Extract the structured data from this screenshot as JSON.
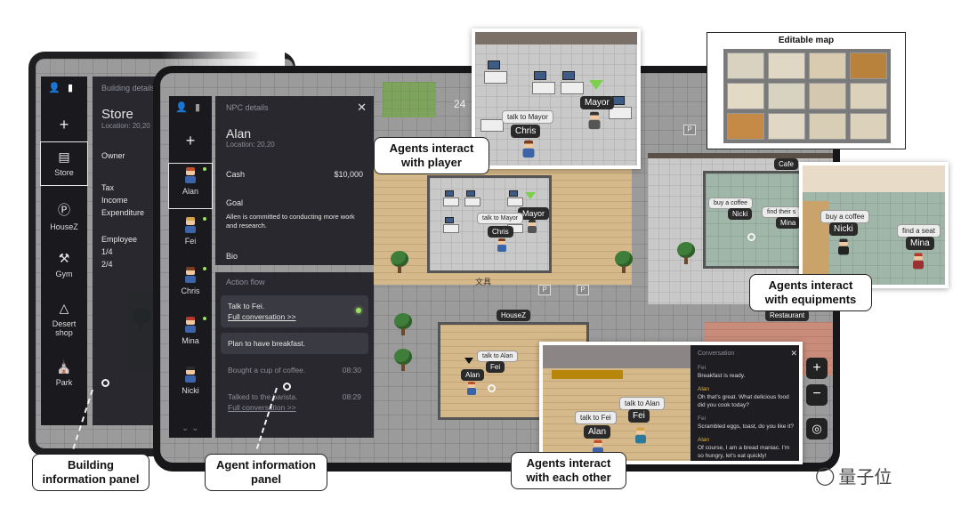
{
  "back_panel": {
    "header_title": "Building details",
    "name": "Store",
    "location": "Location: 20,20",
    "fields": [
      "Owner",
      "Tax",
      "Income",
      "Expenditure",
      "Employee",
      "1/4",
      "2/4"
    ],
    "nav": [
      {
        "label": "",
        "icon": "plus-icon"
      },
      {
        "label": "Store",
        "icon": "store-icon"
      },
      {
        "label": "HouseZ",
        "icon": "house-icon"
      },
      {
        "label": "Gym",
        "icon": "dumbbell-icon"
      },
      {
        "label": "Desert shop",
        "icon": "ice-cream-icon"
      },
      {
        "label": "Park",
        "icon": "park-icon"
      }
    ]
  },
  "npc_panel": {
    "header_title": "NPC details",
    "name": "Alan",
    "location": "Location: 20,20",
    "cash_label": "Cash",
    "cash_value": "$10,000",
    "goal_label": "Goal",
    "goal_text": "Allen is committed to conducting more work and research.",
    "bio_label": "Bio",
    "action_flow_title": "Action flow",
    "actions": [
      {
        "text": "Talk to Fei.",
        "link": "Full conversation >>",
        "time": ""
      },
      {
        "text": "Plan to have breakfast.",
        "link": "",
        "time": ""
      },
      {
        "text": "Bought a cup of coffee.",
        "link": "",
        "time": "08:30"
      },
      {
        "text": "Talked to the barista.",
        "link": "Full conversation >>",
        "time": "08:29"
      }
    ],
    "agents": [
      {
        "name": "Alan",
        "hair": "#c0502b"
      },
      {
        "name": "Fei",
        "hair": "#d4a34a"
      },
      {
        "name": "Chris",
        "hair": "#7a3b1e"
      },
      {
        "name": "Mina",
        "hair": "#b8362c"
      },
      {
        "name": "Nicki",
        "hair": "#2a2a2a"
      }
    ]
  },
  "map": {
    "time_partial": "24",
    "map_label_wenjian": "文具",
    "labels": {
      "housez": "HouseZ",
      "restaurant": "Restaurant",
      "cafe": "Cafe",
      "parking": "P"
    },
    "bubbles": {
      "mayor": "Mayor",
      "talk_to_mayor": "talk to Mayor",
      "chris": "Chris",
      "talk_to_alan": "talk to Alan",
      "alan": "Alan",
      "fei": "Fei",
      "buy_coffee": "buy a coffee",
      "nicki": "Nicki",
      "find_their_seat": "find their s",
      "mina": "Mina"
    }
  },
  "insets": {
    "editable_map_title": "Editable map",
    "office": {
      "talk_to_mayor": "talk to Mayor",
      "mayor": "Mayor",
      "chris": "Chris"
    },
    "cafe": {
      "buy_coffee": "buy a coffee",
      "nicki": "Nicki",
      "find_seat": "find a seat",
      "mina": "Mina"
    },
    "kitchen": {
      "talk_to_alan": "talk to Alan",
      "talk_to_fei": "talk to Fei",
      "fei": "Fei",
      "alan": "Alan"
    }
  },
  "conversation": {
    "title": "Conversation",
    "messages": [
      {
        "speaker": "Fei",
        "text": "Breakfast is ready."
      },
      {
        "speaker": "Alan",
        "text": "Oh that's great. What delicious food did you cook today?"
      },
      {
        "speaker": "Fei",
        "text": "Scrambled eggs, toast, do you like it?"
      },
      {
        "speaker": "Alan",
        "text": "Of course, I am a bread maniac. I'm so hungry, let's eat quickly!"
      }
    ]
  },
  "callouts": {
    "player": "Agents interact with player",
    "equipment": "Agents interact with equipments",
    "building": "Building information panel",
    "agent": "Agent information panel",
    "each_other": "Agents interact with each other"
  },
  "watermark": "量子位",
  "colors": {
    "accent_green": "#9be15d",
    "panel_bg": "#222228",
    "speaker_gold": "#e0b04a"
  }
}
